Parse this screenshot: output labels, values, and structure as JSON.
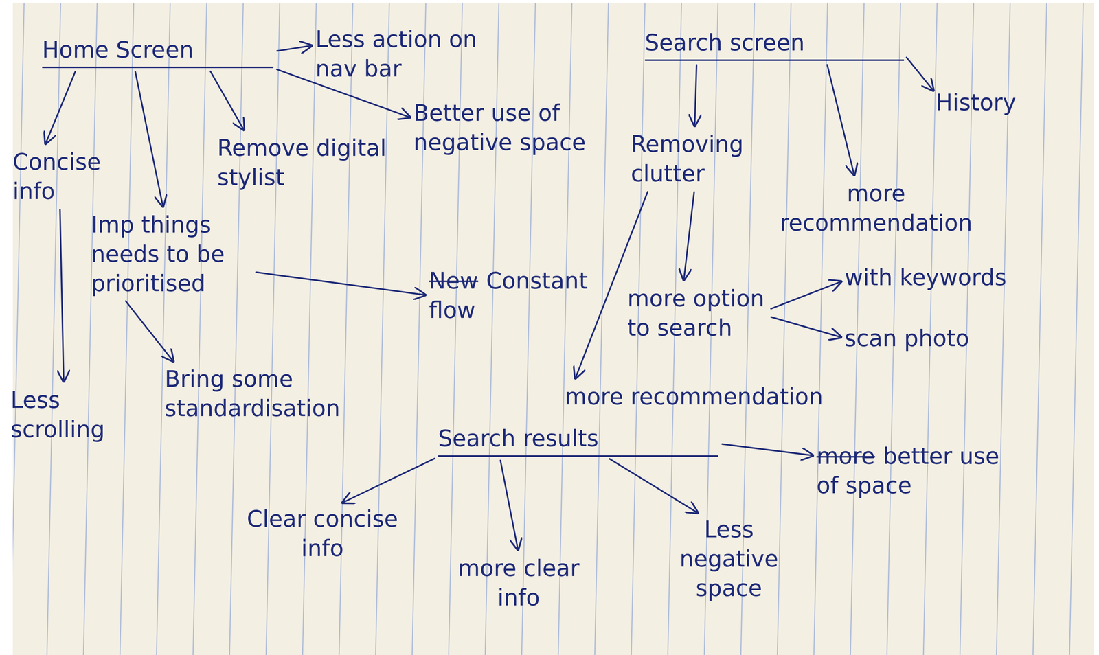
{
  "diagram": {
    "nodes": [
      {
        "text": [
          "Home Screen"
        ]
      },
      {
        "text": [
          "Less action on nav bar"
        ]
      },
      {
        "text": [
          "Concise info"
        ]
      },
      {
        "text": [
          "Imp things needs to be prioritised"
        ]
      },
      {
        "text": [
          "Remove digital stylist"
        ]
      },
      {
        "text": [
          "Better use of negative space"
        ]
      },
      {
        "text": [
          "Less scrolling"
        ]
      },
      {
        "text": [
          "Bring some standardisation"
        ]
      },
      {
        "text": [
          "New",
          "Constant flow"
        ]
      },
      {
        "text": [
          "Search screen"
        ]
      },
      {
        "text": [
          "History"
        ]
      },
      {
        "text": [
          "Removing clutter"
        ]
      },
      {
        "text": [
          "more recommendation"
        ]
      },
      {
        "text": [
          "more option to search"
        ]
      },
      {
        "text": [
          "with keywords"
        ]
      },
      {
        "text": [
          "scan photo"
        ]
      },
      {
        "text": [
          "more recommendation"
        ]
      },
      {
        "text": [
          "Search results"
        ]
      },
      {
        "text": [
          "more",
          "better use of space"
        ]
      },
      {
        "text": [
          "Clear concise info"
        ]
      },
      {
        "text": [
          "more clear info"
        ]
      },
      {
        "text": [
          "Less negative space"
        ]
      }
    ],
    "edges": [
      {
        "from": 0,
        "to": 1,
        "arrow": "to"
      },
      {
        "from": 0,
        "to": 2,
        "arrow": "to"
      },
      {
        "from": 0,
        "to": 3,
        "arrow": "to"
      },
      {
        "from": 0,
        "to": 4,
        "arrow": "to"
      },
      {
        "from": 0,
        "to": 5,
        "arrow": "to"
      },
      {
        "from": 2,
        "to": 6,
        "arrow": "to"
      },
      {
        "from": 3,
        "to": 8,
        "arrow": "to"
      },
      {
        "from": 3,
        "to": 7,
        "arrow": "to"
      },
      {
        "from": 9,
        "to": 10,
        "arrow": "to"
      },
      {
        "from": 9,
        "to": 11,
        "arrow": "to"
      },
      {
        "from": 9,
        "to": 12,
        "arrow": "to"
      },
      {
        "from": 11,
        "to": 13,
        "arrow": "to"
      },
      {
        "from": 11,
        "to": 16,
        "arrow": "to"
      },
      {
        "from": 13,
        "to": 14,
        "arrow": "to"
      },
      {
        "from": 13,
        "to": 15,
        "arrow": "to"
      },
      {
        "from": 17,
        "to": 18,
        "arrow": "to"
      },
      {
        "from": 17,
        "to": 19,
        "arrow": "to"
      },
      {
        "from": 17,
        "to": 20,
        "arrow": "to"
      },
      {
        "from": 17,
        "to": 21,
        "arrow": "to"
      }
    ]
  }
}
